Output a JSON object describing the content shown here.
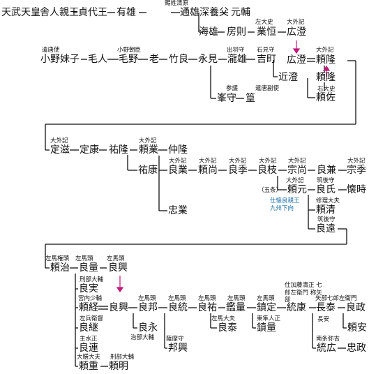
{
  "title": "",
  "nodes": [
    {
      "id": "tenmu",
      "name": "天武天皇"
    },
    {
      "id": "toneri",
      "name": "舎人親王"
    },
    {
      "id": "sadayo",
      "name": "貞代王"
    },
    {
      "id": "aritsugu",
      "name": "有雄"
    },
    {
      "id": "michio",
      "name": "通雄",
      "title": "賜姓清原"
    },
    {
      "id": "fukayabu",
      "name": "深養父"
    },
    {
      "id": "motosuke",
      "name": "元輔"
    },
    {
      "id": "umio",
      "name": "海雄"
    },
    {
      "id": "fusanori",
      "name": "房則"
    },
    {
      "id": "narisune",
      "name": "業恒",
      "title": "左大史"
    },
    {
      "id": "hirozumi",
      "name": "広澄",
      "title": "大外記"
    },
    {
      "id": "imoko",
      "name": "小野妹子",
      "title": "遣唐使"
    },
    {
      "id": "emishi",
      "name": "毛人"
    },
    {
      "id": "kenu",
      "name": "毛野",
      "title": "小野朝臣"
    },
    {
      "id": "oyu",
      "name": "老"
    },
    {
      "id": "takara",
      "name": "竹良"
    },
    {
      "id": "nagami",
      "name": "永見"
    },
    {
      "id": "takio",
      "name": "瀧雄",
      "title": "出羽守"
    },
    {
      "id": "yoshiyuki",
      "name": "吉町",
      "title": "石見守"
    },
    {
      "id": "hirozumi2",
      "name": "広澄"
    },
    {
      "id": "yoritaka",
      "name": "頼隆",
      "title": "大外記"
    },
    {
      "id": "chikazumi",
      "name": "近澄"
    },
    {
      "id": "yoritaka2",
      "name": "頼隆"
    },
    {
      "id": "minemori",
      "name": "峯守",
      "title": "参議"
    },
    {
      "id": "takamura",
      "name": "篁",
      "title": "遣唐副使"
    },
    {
      "id": "yorisuke",
      "name": "頼佐",
      "title": "右大史"
    },
    {
      "id": "sadashige",
      "name": "定滋",
      "title": "大外記"
    },
    {
      "id": "sadayasu",
      "name": "定康"
    },
    {
      "id": "sukedaka",
      "name": "祐隆"
    },
    {
      "id": "yorinari",
      "name": "頼業",
      "title": "大外記"
    },
    {
      "id": "nakataka",
      "name": "仲隆"
    },
    {
      "id": "sukeyasu",
      "name": "祐康"
    },
    {
      "id": "yoshinari",
      "name": "良業",
      "title": "大外記"
    },
    {
      "id": "yorinao",
      "name": "頼尚",
      "title": "大外記"
    },
    {
      "id": "yoshisue",
      "name": "良季",
      "title": "大外記"
    },
    {
      "id": "yoshieda",
      "name": "良枝",
      "title": "大外記"
    },
    {
      "id": "munenao",
      "name": "宗尚",
      "title": "大外記"
    },
    {
      "id": "yoshikane",
      "name": "良兼"
    },
    {
      "id": "munesue",
      "name": "宗季",
      "title": "大外記"
    },
    {
      "id": "yorimoto",
      "name": "頼元",
      "title": "大外記"
    },
    {
      "id": "yoshiuji",
      "name": "良氏",
      "title": "筑後守"
    },
    {
      "id": "yoshitoki",
      "name": "懐時"
    },
    {
      "id": "yorikiyo",
      "name": "頼清",
      "title": "修理大夫"
    },
    {
      "id": "yoshito",
      "name": "良遠",
      "title": "筑後守"
    },
    {
      "id": "tadanari",
      "name": "忠業"
    },
    {
      "id": "yoriharu",
      "name": "頼治",
      "title": "左馬権頭"
    },
    {
      "id": "yoshikazu",
      "name": "良量",
      "title": "左馬頭"
    },
    {
      "id": "yoshioki",
      "name": "良興",
      "title": "左馬頭"
    },
    {
      "id": "yoshizane",
      "name": "良実",
      "title": "刑部大輔"
    },
    {
      "id": "yoritsune",
      "name": "頼経",
      "title": "宮内少輔"
    },
    {
      "id": "yoshioki2",
      "name": "良興"
    },
    {
      "id": "yoshikuni",
      "name": "良邦",
      "title": "左馬頭"
    },
    {
      "id": "yoshinaga",
      "name": "良永",
      "title": "治部大輔"
    },
    {
      "id": "yoshimune",
      "name": "良統",
      "title": "左馬頭"
    },
    {
      "id": "kuniaki",
      "name": "邦興",
      "title": "薩摩守"
    },
    {
      "id": "yoshisuke",
      "name": "良祐",
      "title": "左馬頭"
    },
    {
      "id": "yoshiyasu",
      "name": "良泰",
      "title": "左馬大夫"
    },
    {
      "id": "kanryo",
      "name": "鑑量",
      "title": "左馬頭"
    },
    {
      "id": "shizusada",
      "name": "鎮定",
      "title": "左馬頭"
    },
    {
      "id": "shizukazu",
      "name": "鎮量",
      "title": "東隼人正"
    },
    {
      "id": "noriyasu",
      "name": "統康",
      "title": "仕加藤清正 七郎左衛門 称矢部"
    },
    {
      "id": "nagayasu",
      "name": "長泰",
      "title": "矢部七郎左衛門"
    },
    {
      "id": "yoshimasa",
      "name": "良政"
    },
    {
      "id": "yoriyasu",
      "name": "頼安"
    },
    {
      "id": "nagayasu_alias",
      "name": "長安"
    },
    {
      "id": "munehiro",
      "name": "統広",
      "title": "南条弥吉"
    },
    {
      "id": "tadamasa",
      "name": "忠政"
    },
    {
      "id": "yoshitsugu",
      "name": "良継",
      "title": "左兵衛督"
    },
    {
      "id": "yoshitsura",
      "name": "良連",
      "title": "主水正"
    },
    {
      "id": "yorishige",
      "name": "頼重",
      "title": "大膳大夫"
    },
    {
      "id": "yoriaki",
      "name": "頼明",
      "title": "刑部大輔"
    }
  ],
  "notes": {
    "gojo": "（五条）",
    "kanenaga_1": "仕懐良親王",
    "kanenaga_2": "九州下向"
  }
}
